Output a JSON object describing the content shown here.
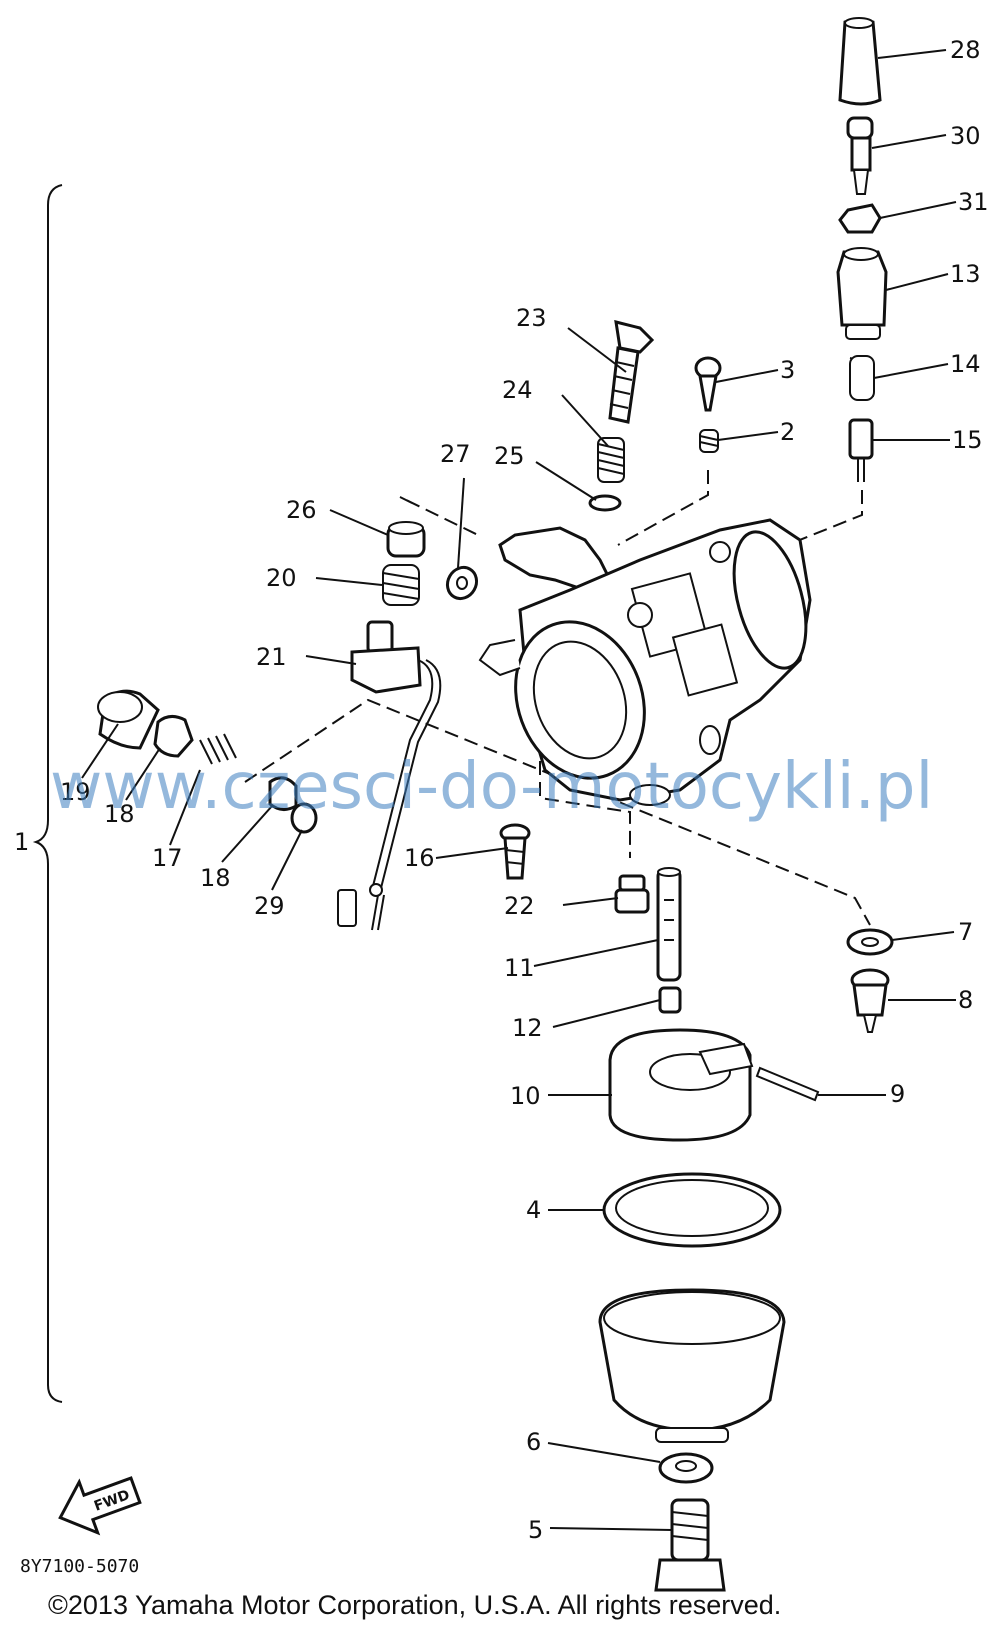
{
  "callouts": [
    {
      "id": "28",
      "text": "28"
    },
    {
      "id": "30",
      "text": "30"
    },
    {
      "id": "31",
      "text": "31"
    },
    {
      "id": "13",
      "text": "13"
    },
    {
      "id": "14",
      "text": "14"
    },
    {
      "id": "15",
      "text": "15"
    },
    {
      "id": "23",
      "text": "23"
    },
    {
      "id": "3",
      "text": "3"
    },
    {
      "id": "24",
      "text": "24"
    },
    {
      "id": "2",
      "text": "2"
    },
    {
      "id": "27",
      "text": "27"
    },
    {
      "id": "25",
      "text": "25"
    },
    {
      "id": "26",
      "text": "26"
    },
    {
      "id": "20",
      "text": "20"
    },
    {
      "id": "21",
      "text": "21"
    },
    {
      "id": "19",
      "text": "19"
    },
    {
      "id": "18a",
      "text": "18"
    },
    {
      "id": "17",
      "text": "17"
    },
    {
      "id": "18b",
      "text": "18"
    },
    {
      "id": "29",
      "text": "29"
    },
    {
      "id": "16",
      "text": "16"
    },
    {
      "id": "22",
      "text": "22"
    },
    {
      "id": "11",
      "text": "11"
    },
    {
      "id": "12",
      "text": "12"
    },
    {
      "id": "7",
      "text": "7"
    },
    {
      "id": "8",
      "text": "8"
    },
    {
      "id": "9",
      "text": "9"
    },
    {
      "id": "10",
      "text": "10"
    },
    {
      "id": "4",
      "text": "4"
    },
    {
      "id": "6",
      "text": "6"
    },
    {
      "id": "5",
      "text": "5"
    },
    {
      "id": "1",
      "text": "1"
    }
  ],
  "watermark": "www.czesci-do-motocykli.pl",
  "diagram_code": "8Y7100-5070",
  "fwd_label": "FWD",
  "copyright": "©2013 Yamaha Motor Corporation, U.S.A. All rights reserved."
}
